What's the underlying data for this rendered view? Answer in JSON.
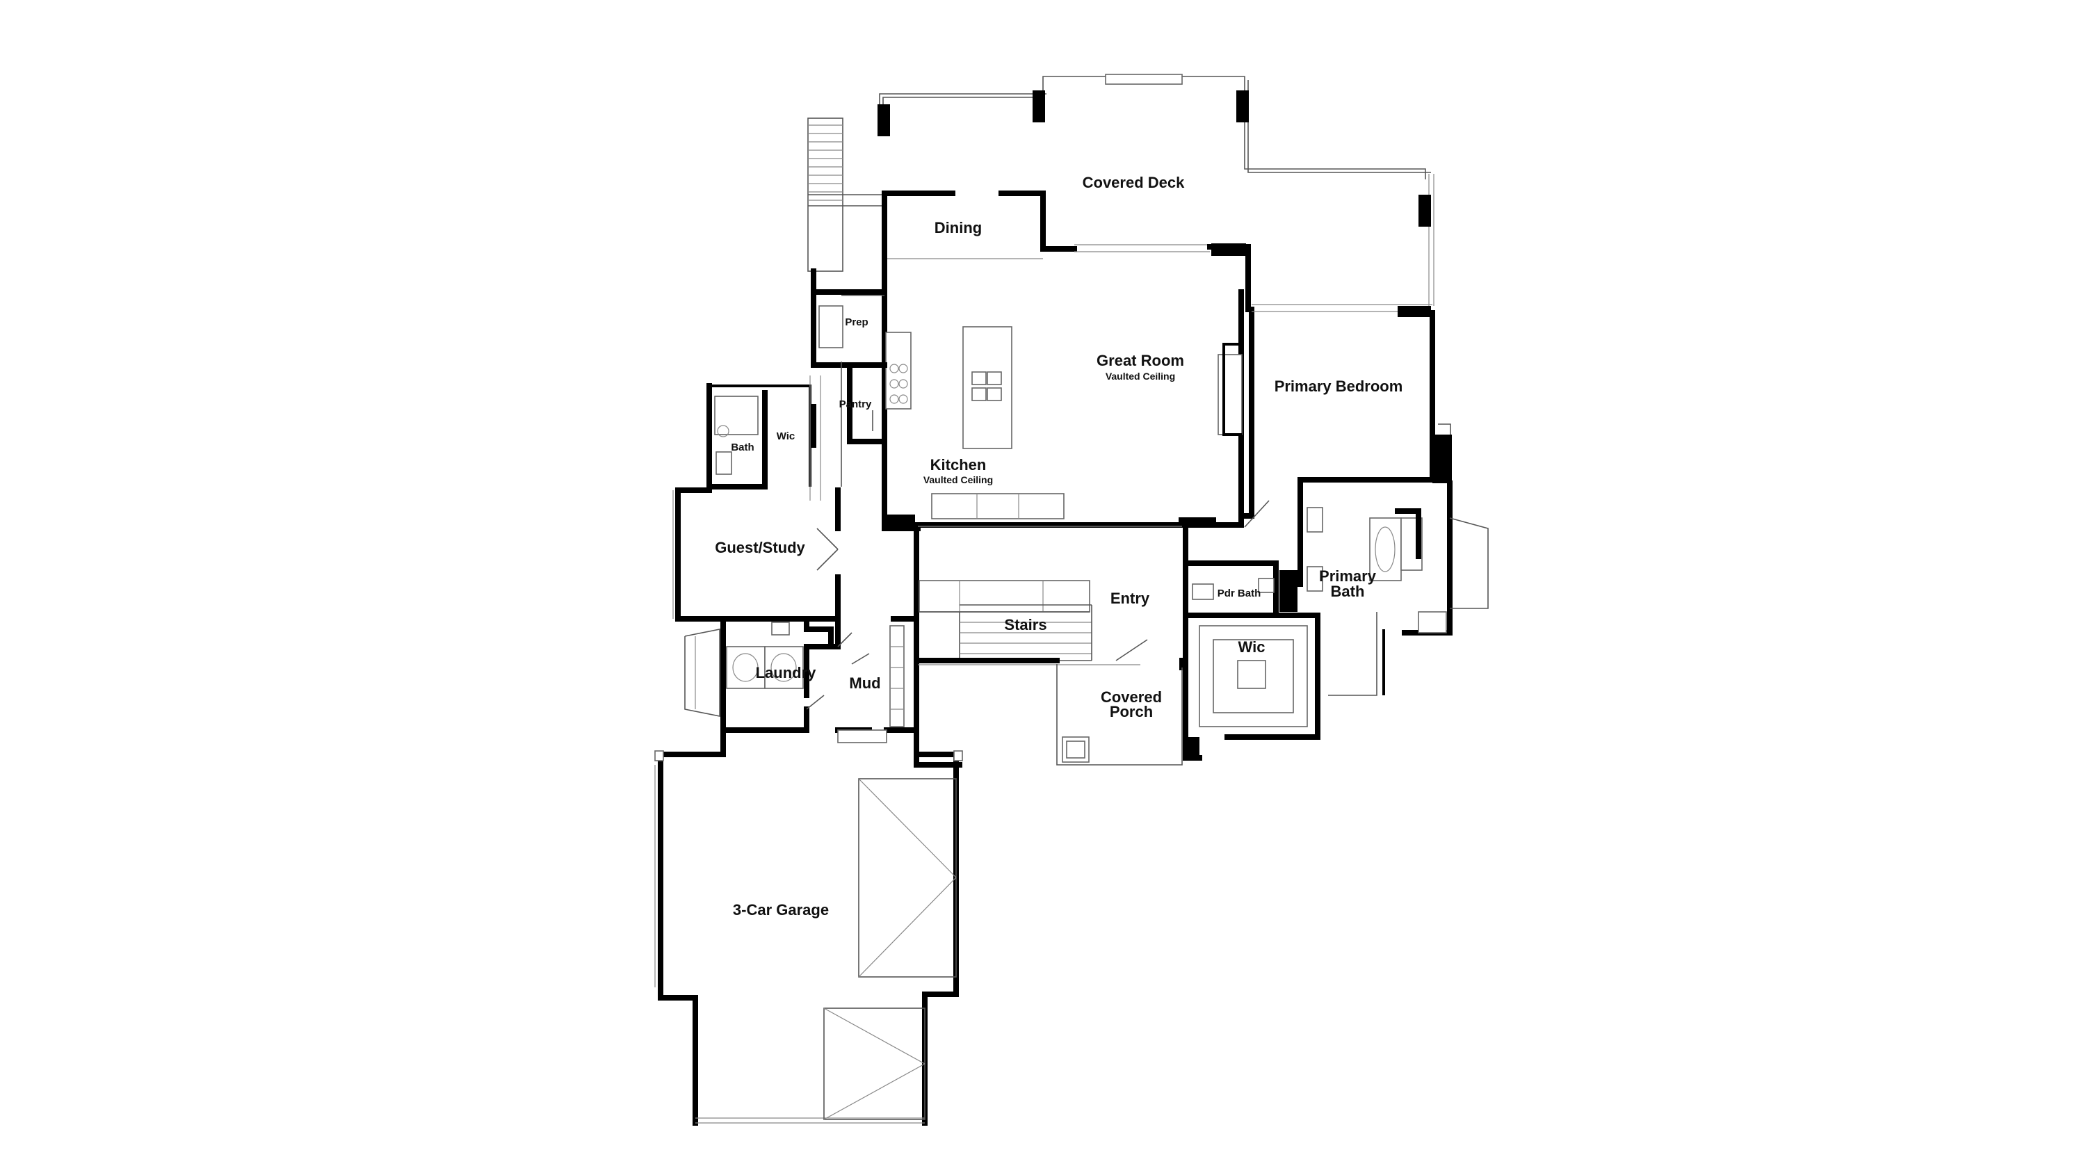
{
  "plan": {
    "rooms": {
      "covered_deck": "Covered Deck",
      "dining": "Dining",
      "prep": "Prep",
      "pantry": "Pantry",
      "great_room": "Great Room",
      "great_room_note": "Vaulted Ceiling",
      "kitchen": "Kitchen",
      "kitchen_note": "Vaulted Ceiling",
      "primary_bedroom": "Primary Bedroom",
      "bath": "Bath",
      "wic_small": "Wic",
      "guest_study": "Guest/Study",
      "entry": "Entry",
      "stairs": "Stairs",
      "pdr_bath": "Pdr Bath",
      "primary_bath_line1": "Primary",
      "primary_bath_line2": "Bath",
      "wic_primary": "Wic",
      "laundry": "Laundry",
      "mud": "Mud",
      "covered_porch_line1": "Covered",
      "covered_porch_line2": "Porch",
      "garage": "3-Car Garage"
    }
  }
}
